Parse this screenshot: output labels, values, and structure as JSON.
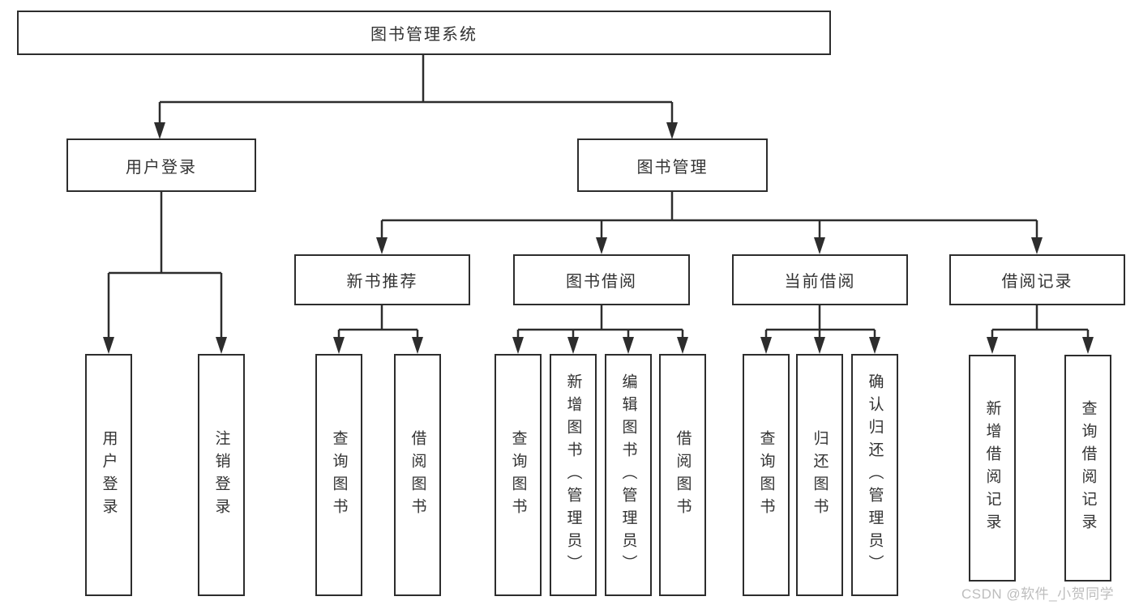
{
  "diagram": {
    "root": {
      "label": "图书管理系统"
    },
    "branches": [
      {
        "label": "用户登录"
      },
      {
        "label": "图书管理"
      }
    ],
    "modules": [
      {
        "label": "新书推荐"
      },
      {
        "label": "图书借阅"
      },
      {
        "label": "当前借阅"
      },
      {
        "label": "借阅记录"
      }
    ],
    "leaves": [
      {
        "label": "用户登录",
        "parent": "用户登录"
      },
      {
        "label": "注销登录",
        "parent": "用户登录"
      },
      {
        "label": "查询图书",
        "parent": "新书推荐"
      },
      {
        "label": "借阅图书",
        "parent": "新书推荐"
      },
      {
        "label": "查询图书",
        "parent": "图书借阅"
      },
      {
        "label": "新增图书（管理员）",
        "parent": "图书借阅"
      },
      {
        "label": "编辑图书（管理员）",
        "parent": "图书借阅"
      },
      {
        "label": "借阅图书",
        "parent": "图书借阅"
      },
      {
        "label": "查询图书",
        "parent": "当前借阅"
      },
      {
        "label": "归还图书",
        "parent": "当前借阅"
      },
      {
        "label": "确认归还（管理员）",
        "parent": "当前借阅"
      },
      {
        "label": "新增借阅记录",
        "parent": "借阅记录"
      },
      {
        "label": "查询借阅记录",
        "parent": "借阅记录"
      }
    ]
  },
  "watermark": {
    "text": "CSDN @软件_小贺同学"
  },
  "colors": {
    "line": "#2d2d2d",
    "box_border": "#2d2d2d",
    "text": "#333333",
    "background": "#ffffff",
    "watermark": "#bdbdbd"
  }
}
